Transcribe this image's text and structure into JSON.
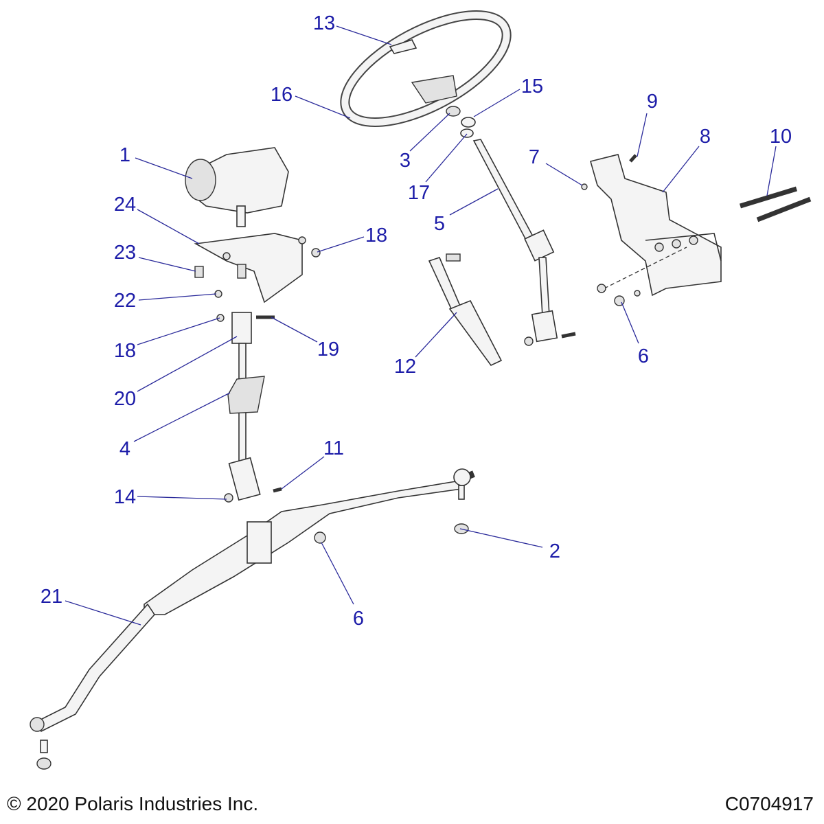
{
  "diagram": {
    "callouts": {
      "c1": "1",
      "c2": "2",
      "c3": "3",
      "c4": "4",
      "c5": "5",
      "c6a": "6",
      "c6b": "6",
      "c7": "7",
      "c8": "8",
      "c9": "9",
      "c10": "10",
      "c11": "11",
      "c12": "12",
      "c13": "13",
      "c14": "14",
      "c15": "15",
      "c16": "16",
      "c17": "17",
      "c18a": "18",
      "c18b": "18",
      "c19": "19",
      "c20": "20",
      "c21": "21",
      "c22": "22",
      "c23": "23",
      "c24": "24"
    },
    "label_color": "#1c1ca8"
  },
  "footer": {
    "copyright": "© 2020 Polaris Industries Inc.",
    "drawing_id": "C0704917"
  }
}
